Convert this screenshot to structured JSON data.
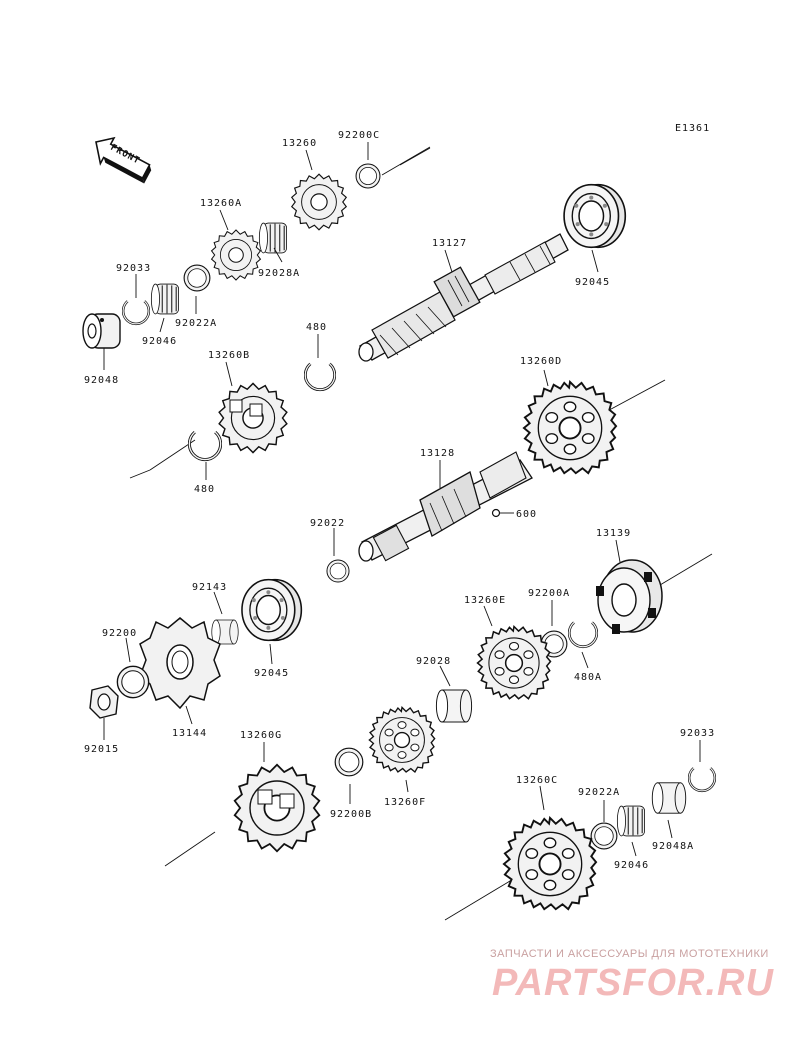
{
  "diagram": {
    "code": "E1361",
    "front_label": "FRONT",
    "parts": [
      "13260",
      "92200C",
      "13260A",
      "92028A",
      "92033",
      "13127",
      "92045",
      "92022A",
      "92046",
      "92048",
      "480",
      "13260B",
      "13260D",
      "480",
      "13128",
      "600",
      "92022",
      "13139",
      "92143",
      "92200A",
      "13260E",
      "92200",
      "92045",
      "480A",
      "92028",
      "92015",
      "13144",
      "13260G",
      "92033",
      "13260C",
      "92022A",
      "92200B",
      "13260F",
      "92046",
      "92048A"
    ]
  },
  "watermark": {
    "tagline": "ЗАПЧАСТИ И АКСЕССУАРЫ ДЛЯ МОТОТЕХНИКИ",
    "logo": "PARTSFOR.RU"
  }
}
